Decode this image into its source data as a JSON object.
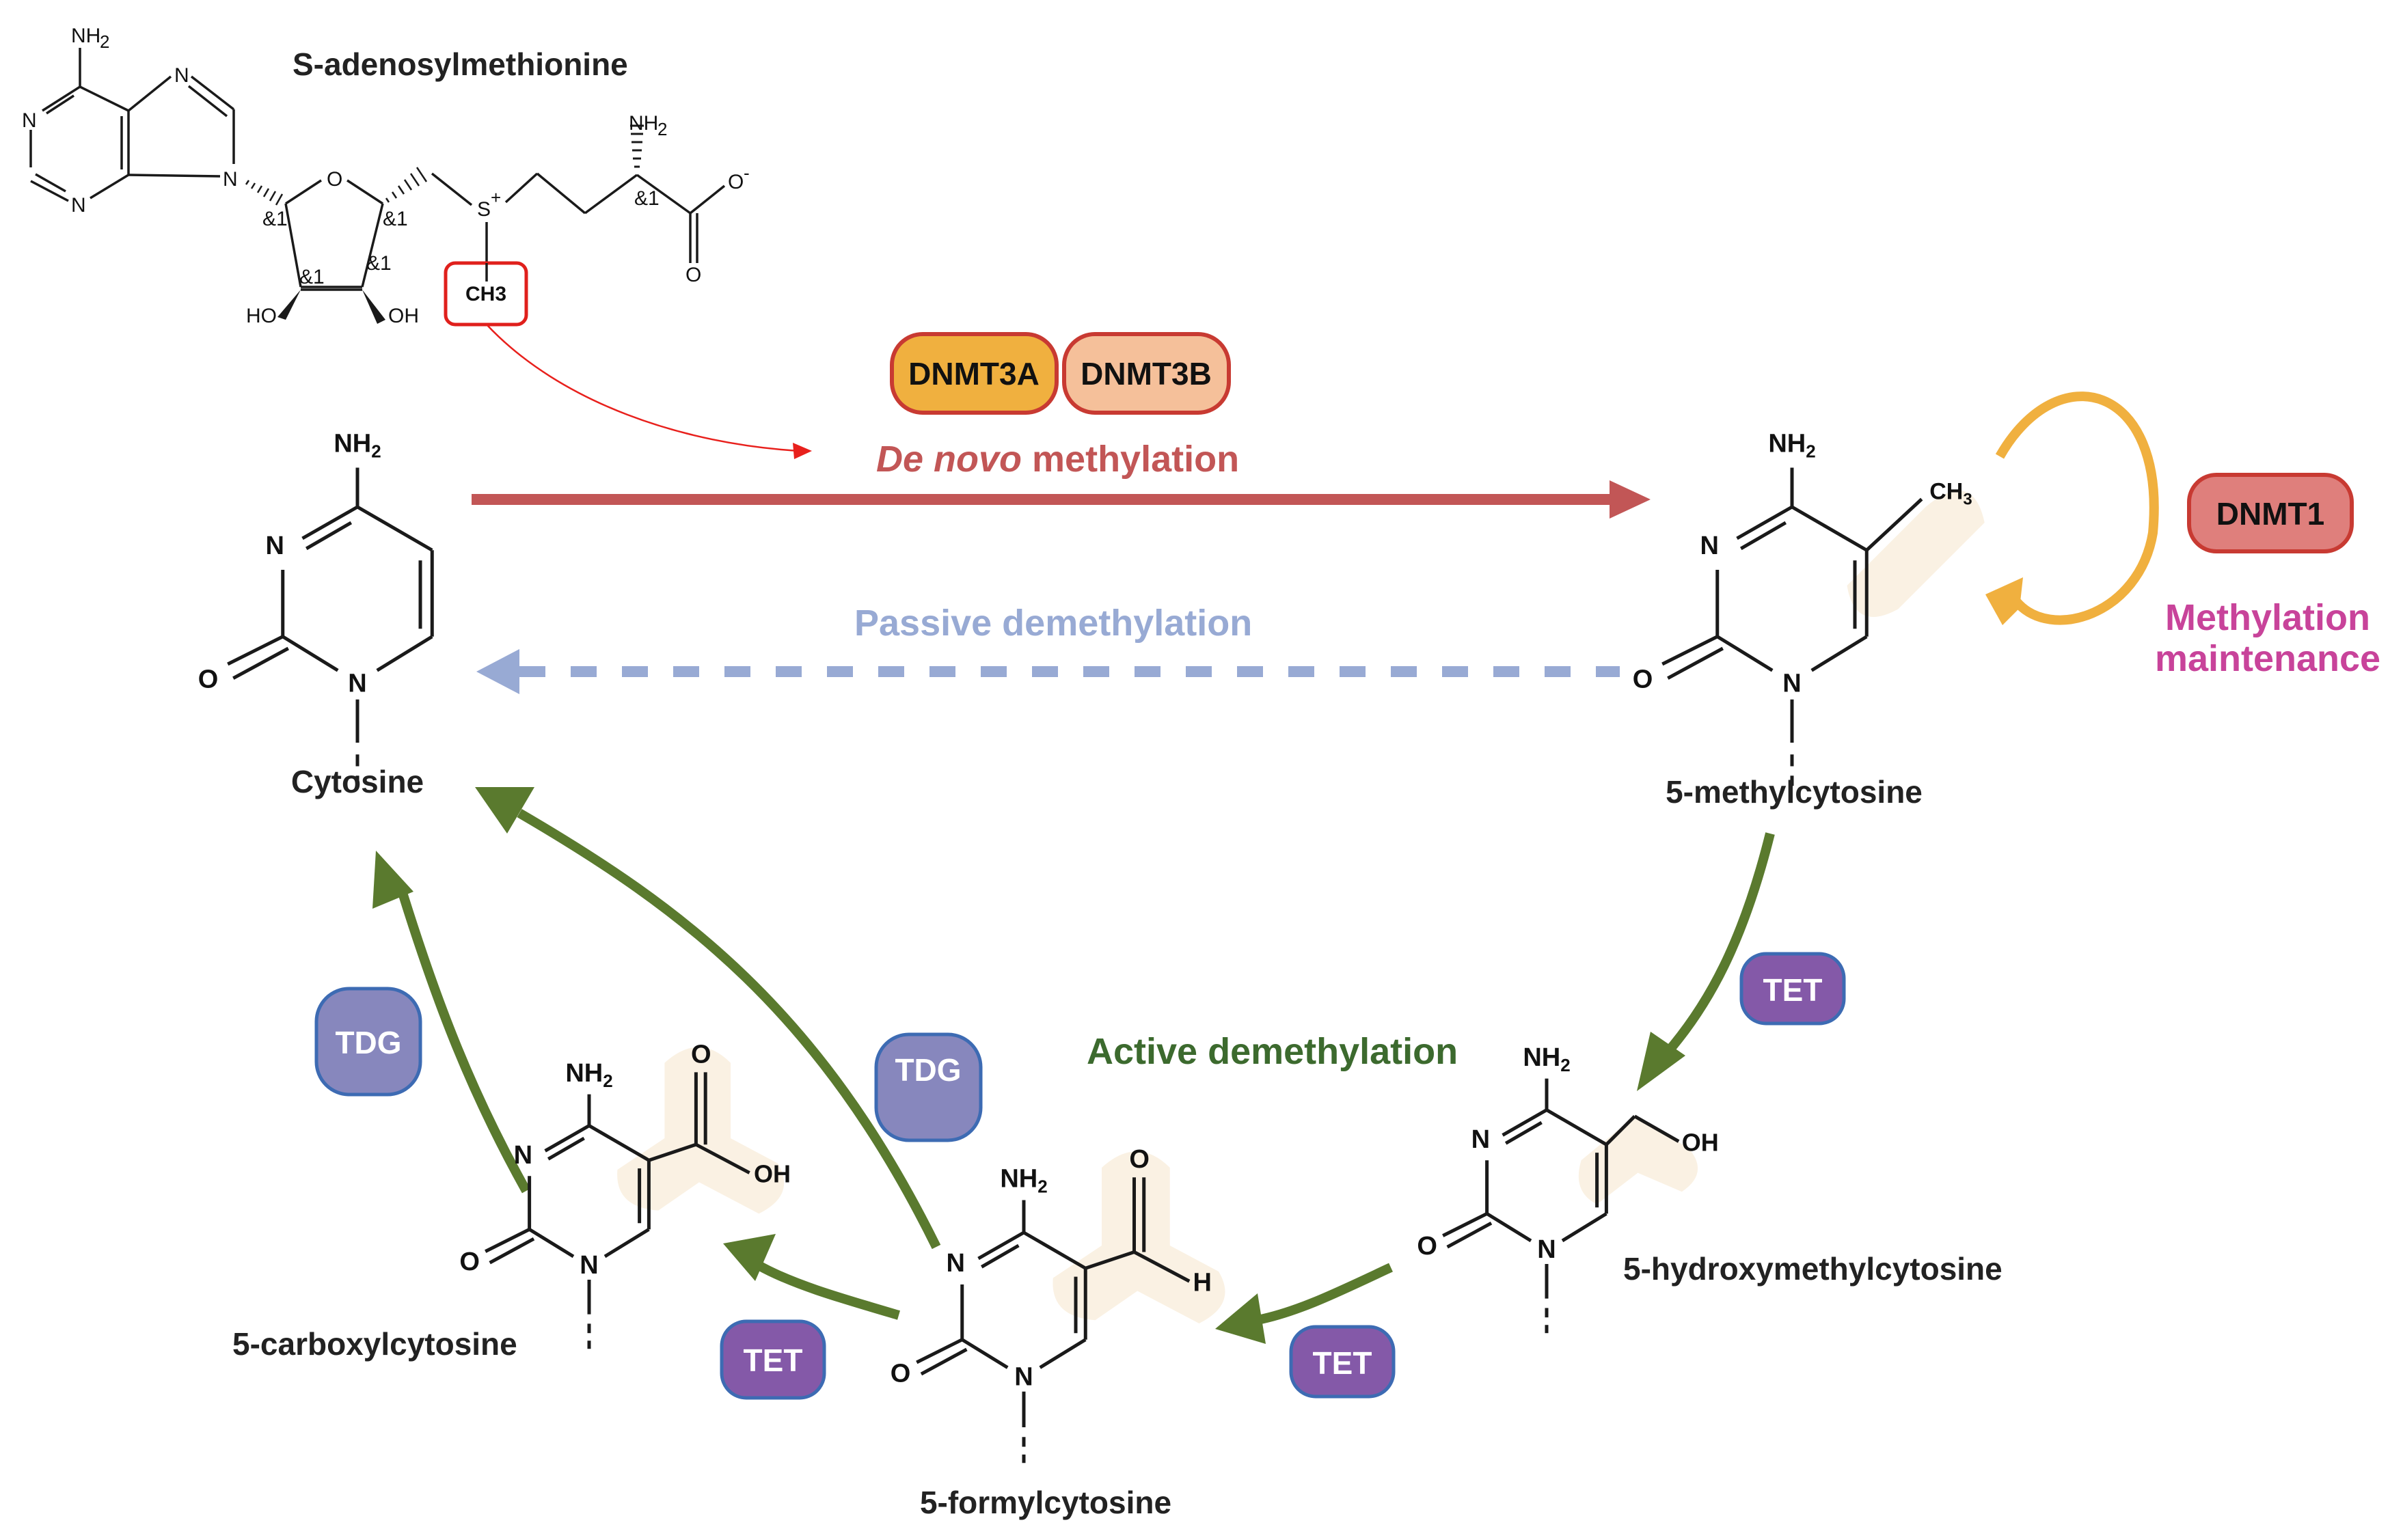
{
  "title": "DNA methylation and demethylation cycle",
  "colors": {
    "de_novo": "#c25656",
    "passive": "#98aad4",
    "active": "#5a7a2e",
    "active_label": "#3c6a2e",
    "maintenance_arrow": "#f0b03f",
    "maintenance_label": "#c8439a",
    "sam_arrow": "#e8201c",
    "highlight": "#faf1e3",
    "dnmt3a_fill": "#f0b03f",
    "dnmt3b_fill": "#f5c09a",
    "dnmt1_fill": "#df7f7c",
    "dnmt_border": "#c83a32",
    "tet_fill": "#8459a8",
    "tdg_fill": "#8787bd",
    "enzyme_border": "#3d6bb3"
  },
  "sam": {
    "name": "S-adenosylmethionine",
    "methyl_box_label": "CH3",
    "atoms": {
      "nh2_top": "NH",
      "nh2_top_sub": "2",
      "n1": "N",
      "n3": "N",
      "n7": "N",
      "n9": "N",
      "ring_o": "O",
      "stereo": "&1",
      "ho": "HO",
      "oh": "OH",
      "s_plus": "S",
      "s_charge": "+",
      "nh2_side": "NH",
      "nh2_side_sub": "2",
      "o_minus": "O",
      "o_charge": "-",
      "o_carbonyl": "O"
    }
  },
  "enzymes": {
    "dnmt3a": "DNMT3A",
    "dnmt3b": "DNMT3B",
    "dnmt1": "DNMT1",
    "tet_1": "TET",
    "tet_2": "TET",
    "tet_3": "TET",
    "tdg_1": "TDG",
    "tdg_2": "TDG"
  },
  "processes": {
    "de_novo_italic": "De novo",
    "de_novo_rest": " methylation",
    "passive": "Passive demethylation",
    "active": "Active demethylation",
    "maintenance_line1": "Methylation",
    "maintenance_line2": "maintenance"
  },
  "molecules": {
    "cytosine": {
      "name": "Cytosine",
      "substituent": ""
    },
    "mc": {
      "name": "5-methylcytosine",
      "substituent": "CH",
      "substituent_sub": "3"
    },
    "hmc": {
      "name": "5-hydroxymethylcytosine",
      "substituent": "OH"
    },
    "fc": {
      "name": "5-formylcytosine",
      "sub_o": "O",
      "sub_h": "H"
    },
    "cac": {
      "name": "5-carboxylcytosine",
      "sub_o": "O",
      "sub_oh": "OH"
    }
  },
  "ring_atoms": {
    "nh": "NH",
    "nh_sub": "2",
    "n": "N",
    "o": "O"
  }
}
